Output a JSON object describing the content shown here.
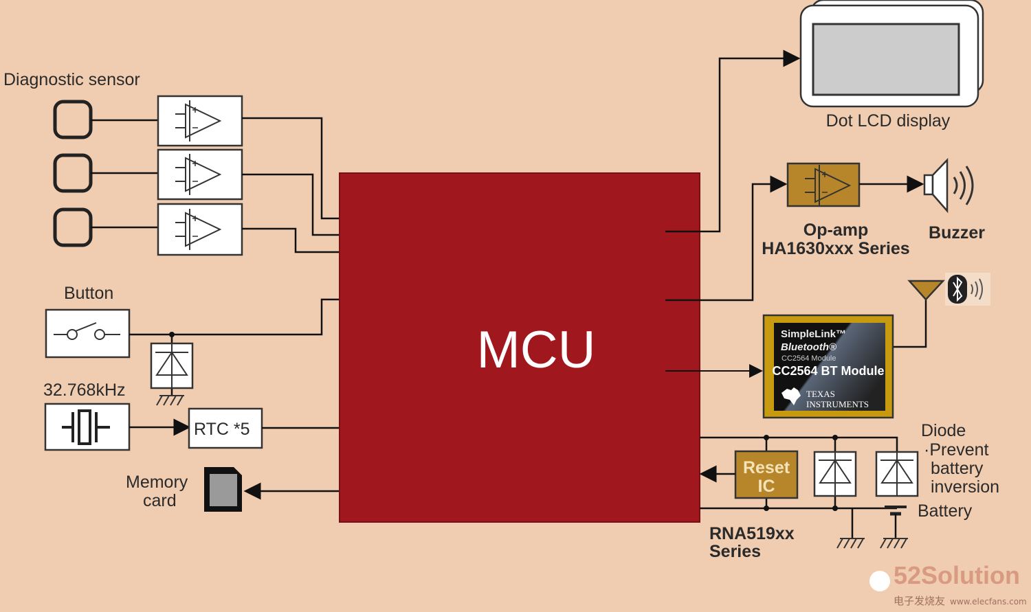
{
  "colors": {
    "background": "#f0ccb0",
    "mcu": "#a0181e",
    "gold": "#b8862a",
    "bt_border": "#c89a10"
  },
  "left": {
    "diagnostic_sensor": "Diagnostic sensor",
    "button": "Button",
    "crystal": "32.768kHz",
    "rtc": "RTC *5",
    "memory_card_line1": "Memory",
    "memory_card_line2": "card"
  },
  "mcu": {
    "label": "MCU"
  },
  "right": {
    "lcd": "Dot LCD display",
    "opamp_line1": "Op-amp",
    "opamp_line2": "HA1630xxx Series",
    "buzzer": "Buzzer",
    "bt_module": {
      "simplelink": "SimpleLink™",
      "bluetooth": "Bluetooth®",
      "module": "CC2564 Module",
      "title": "CC2564 BT Module",
      "brand_line1": "Texas",
      "brand_line2": "Instruments"
    },
    "reset_ic_line1": "Reset",
    "reset_ic_line2": "IC",
    "rna_line1": "RNA519xx",
    "rna_line2": "Series",
    "diode_notes": [
      "Diode",
      "·Prevent",
      "battery",
      "inversion"
    ],
    "battery": "Battery"
  },
  "watermark": {
    "text": "52Solution",
    "site": "www.elecfans.com",
    "cn": "电子发烧友"
  }
}
